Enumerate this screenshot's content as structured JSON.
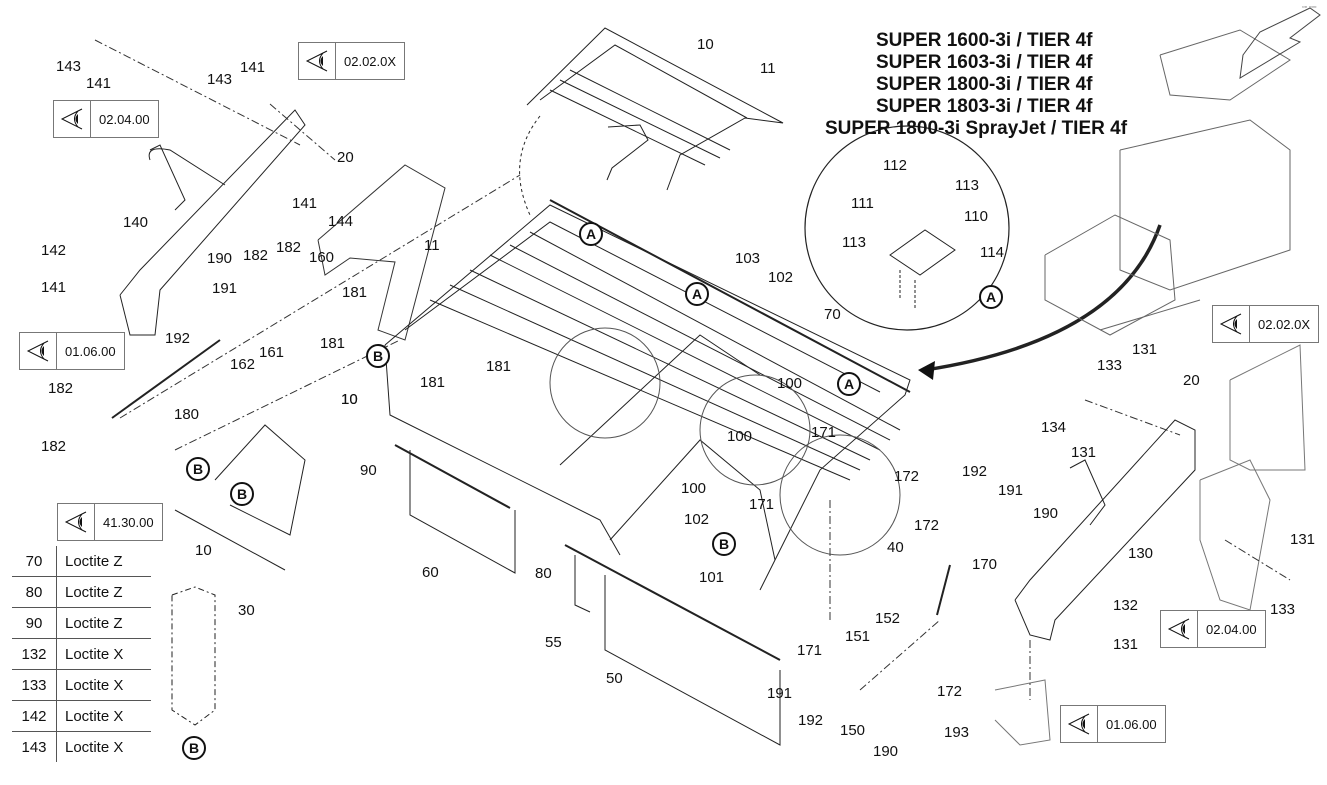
{
  "title": {
    "models": [
      "SUPER 1600-3i / TIER 4f",
      "SUPER 1603-3i / TIER 4f",
      "SUPER 1800-3i / TIER 4f",
      "SUPER 1803-3i / TIER 4f",
      "SUPER 1800-3i SprayJet / TIER 4f"
    ]
  },
  "corner_mark": "▫▫ ▫▫▫",
  "reference_boxes": [
    {
      "icon": "eye-view-icon",
      "ref": "02.02.0X"
    },
    {
      "icon": "eye-view-icon",
      "ref": "02.04.00"
    },
    {
      "icon": "eye-view-icon",
      "ref": "01.06.00"
    },
    {
      "icon": "eye-view-icon",
      "ref": "41.30.00"
    },
    {
      "icon": "eye-view-icon",
      "ref": "02.02.0X"
    },
    {
      "icon": "eye-view-icon",
      "ref": "02.04.00"
    },
    {
      "icon": "eye-view-icon",
      "ref": "01.06.00"
    }
  ],
  "detail_markers": [
    "A",
    "A",
    "A",
    "A",
    "B",
    "B",
    "B",
    "B",
    "B"
  ],
  "callouts": [
    "143",
    "141",
    "143",
    "141",
    "20",
    "141",
    "144",
    "140",
    "142",
    "141",
    "190",
    "182",
    "182",
    "160",
    "191",
    "181",
    "192",
    "162",
    "161",
    "181",
    "180",
    "182",
    "182",
    "10",
    "11",
    "10",
    "11",
    "181",
    "181",
    "103",
    "102",
    "70",
    "10",
    "90",
    "100",
    "100",
    "100",
    "171",
    "171",
    "102",
    "101",
    "172",
    "172",
    "40",
    "192",
    "191",
    "190",
    "170",
    "60",
    "80",
    "55",
    "50",
    "152",
    "151",
    "171",
    "191",
    "192",
    "150",
    "172",
    "190",
    "193",
    "10",
    "30",
    "112",
    "113",
    "111",
    "110",
    "113",
    "114",
    "133",
    "131",
    "20",
    "134",
    "131",
    "130",
    "131",
    "133",
    "132",
    "131"
  ],
  "loctite_table": [
    {
      "part": "70",
      "compound": "Loctite Z"
    },
    {
      "part": "80",
      "compound": "Loctite Z"
    },
    {
      "part": "90",
      "compound": "Loctite Z"
    },
    {
      "part": "132",
      "compound": "Loctite X"
    },
    {
      "part": "133",
      "compound": "Loctite X"
    },
    {
      "part": "142",
      "compound": "Loctite X"
    },
    {
      "part": "143",
      "compound": "Loctite X"
    }
  ]
}
